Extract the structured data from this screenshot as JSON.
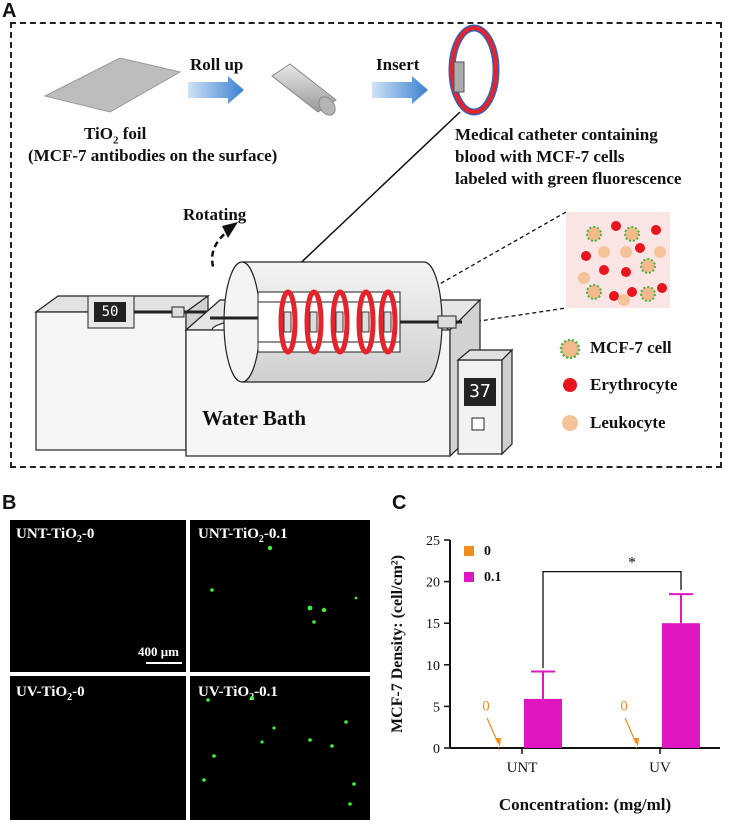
{
  "panelA": {
    "letter": "A",
    "roll_up": "Roll up",
    "insert": "Insert",
    "foil_label_line1_pre": "TiO",
    "foil_label_line1_sub": "2",
    "foil_label_line1_post": " foil",
    "foil_label_line2": "(MCF-7 antibodies on the surface)",
    "catheter_desc": [
      "Medical catheter containing",
      "blood with MCF-7 cells",
      "labeled with green fluorescence"
    ],
    "rotating": "Rotating",
    "display_left": "50",
    "display_right": "37",
    "water_bath": "Water Bath",
    "legend": [
      {
        "label": "MCF-7 cell",
        "color": "#f4b98a"
      },
      {
        "label": "Erythrocyte",
        "color": "#e8141e"
      },
      {
        "label": "Leukocyte",
        "color": "#f6c29a"
      }
    ]
  },
  "panelB": {
    "letter": "B",
    "scale_bar": "400 μm",
    "images": [
      {
        "label_pre": "UNT-TiO",
        "label_sub": "2",
        "label_post": "-0"
      },
      {
        "label_pre": "UNT-TiO",
        "label_sub": "2",
        "label_post": "-0.1"
      },
      {
        "label_pre": "UV-TiO",
        "label_sub": "2",
        "label_post": "-0"
      },
      {
        "label_pre": "UV-TiO",
        "label_sub": "2",
        "label_post": "-0.1"
      }
    ]
  },
  "panelC": {
    "letter": "C"
  },
  "chart_data": {
    "type": "bar",
    "categories": [
      "UNT",
      "UV"
    ],
    "series": [
      {
        "name": "0",
        "values": [
          0,
          0
        ],
        "color": "#f28c1e"
      },
      {
        "name": "0.1",
        "values": [
          5.9,
          15.0
        ],
        "errors": [
          3.3,
          3.5
        ],
        "color": "#e016c0"
      }
    ],
    "zero_labels": [
      "0",
      "0"
    ],
    "xlabel": "Concentration: (mg/ml)",
    "ylabel": "MCF-7 Density: (cell/cm²)",
    "ylim": [
      0,
      25
    ],
    "yticks": [
      0,
      5,
      10,
      15,
      20,
      25
    ],
    "significance": "*",
    "legend_position": "top-left"
  }
}
